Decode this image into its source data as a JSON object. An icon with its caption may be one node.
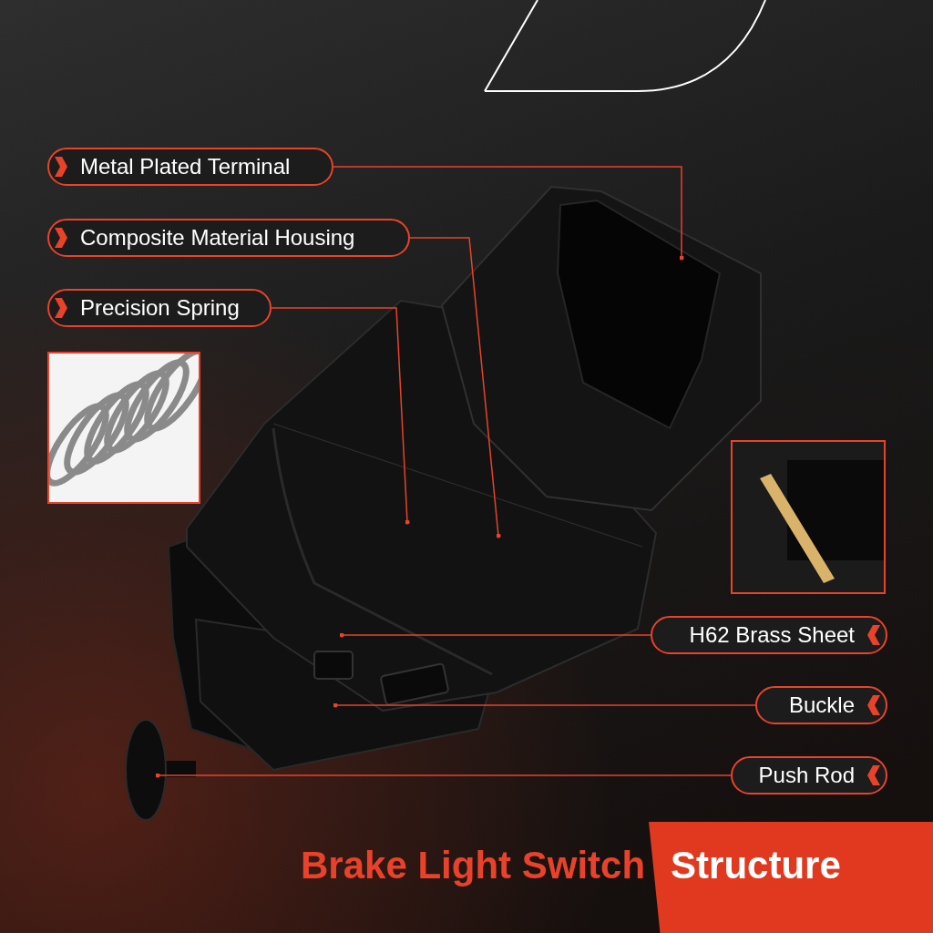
{
  "diagram": {
    "title": "Brake Light Switch Structure",
    "nodes": [
      {
        "text": [
          "Metal Plated Terminal"
        ]
      },
      {
        "text": [
          "Composite Material Housing"
        ]
      },
      {
        "text": [
          "Precision Spring"
        ]
      },
      {
        "text": [
          "H62 Brass Sheet"
        ]
      },
      {
        "text": [
          "Buckle"
        ]
      },
      {
        "text": [
          "Push Rod"
        ]
      }
    ],
    "edges": [
      {
        "from": 0,
        "to": null,
        "arrow": "other"
      },
      {
        "from": 1,
        "to": null,
        "arrow": "other"
      },
      {
        "from": 2,
        "to": null,
        "arrow": "other"
      },
      {
        "from": 3,
        "to": null,
        "arrow": "other"
      },
      {
        "from": 4,
        "to": null,
        "arrow": "other"
      },
      {
        "from": 5,
        "to": null,
        "arrow": "other"
      }
    ]
  }
}
